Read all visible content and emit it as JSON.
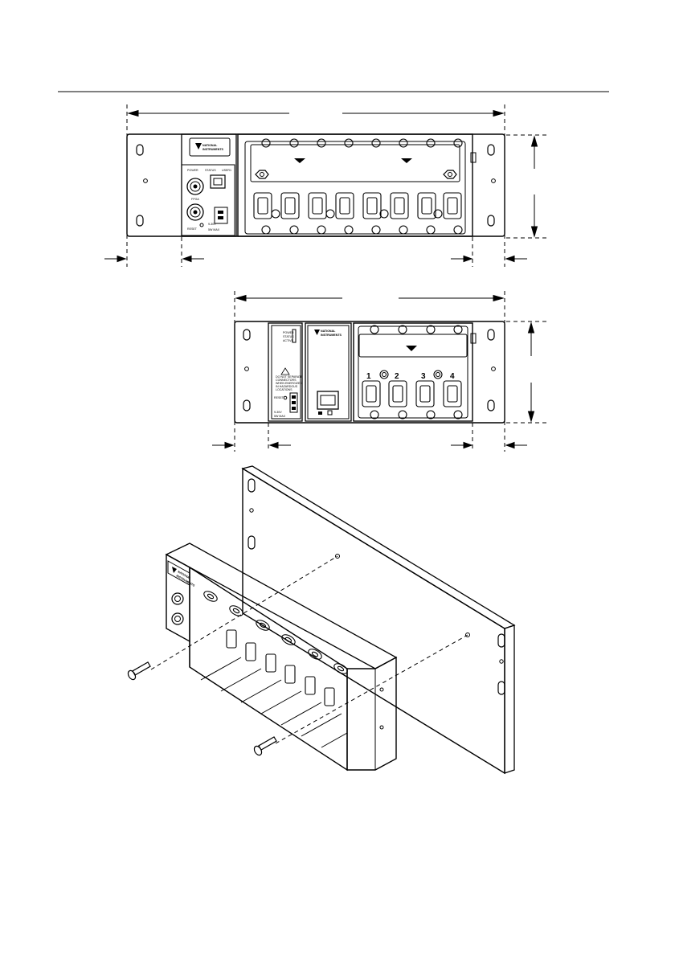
{
  "colors": {
    "ink": "#000000",
    "paper": "#ffffff",
    "panel": "#f2f2f2"
  },
  "top_view": {
    "brand_line1": "NATIONAL",
    "brand_line2": "INSTRUMENTS",
    "left_labels": [
      "POWER",
      "STATUS",
      "USER1",
      "FPGA",
      "RESET",
      "9-30V",
      "5W MAX"
    ],
    "icons": [
      "esd-warning-icon",
      "esd-warning-icon"
    ]
  },
  "middle_view": {
    "brand_line1": "NATIONAL",
    "brand_line2": "INSTRUMENTS",
    "slot_numbers": [
      "1",
      "2",
      "3",
      "4"
    ],
    "left_labels": [
      "POWER",
      "STATUS",
      "ACTIVE",
      "DO NOT SEPARATE",
      "CONNECTORS",
      "WHEN ENERGIZED",
      "IN HAZARDOUS",
      "LOCATIONS",
      "RESET",
      "9-30V",
      "5W MAX"
    ]
  },
  "bottom_view": {
    "brand_line1": "NATIONAL",
    "brand_line2": "INSTRUMENTS"
  }
}
